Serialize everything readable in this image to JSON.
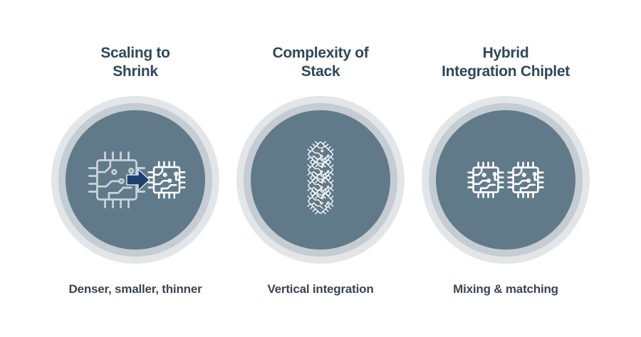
{
  "panels": [
    {
      "title_line1": "Scaling to",
      "title_line2": "Shrink",
      "caption": "Denser, smaller, thinner",
      "icon": "chip-shrink-icon"
    },
    {
      "title_line1": "Complexity of",
      "title_line2": "Stack",
      "caption": "Vertical integration",
      "icon": "chip-stack-icon"
    },
    {
      "title_line1": "Hybrid",
      "title_line2": "Integration Chiplet",
      "caption": "Mixing & matching",
      "icon": "chiplet-pair-icon"
    }
  ],
  "colors": {
    "title": "#2f4858",
    "caption": "#3b4650",
    "disc": "#617a89",
    "ring_mid": "#c5ccd2",
    "ring_outer": "#e3e6e9",
    "arrow": "#1f3f6e"
  }
}
